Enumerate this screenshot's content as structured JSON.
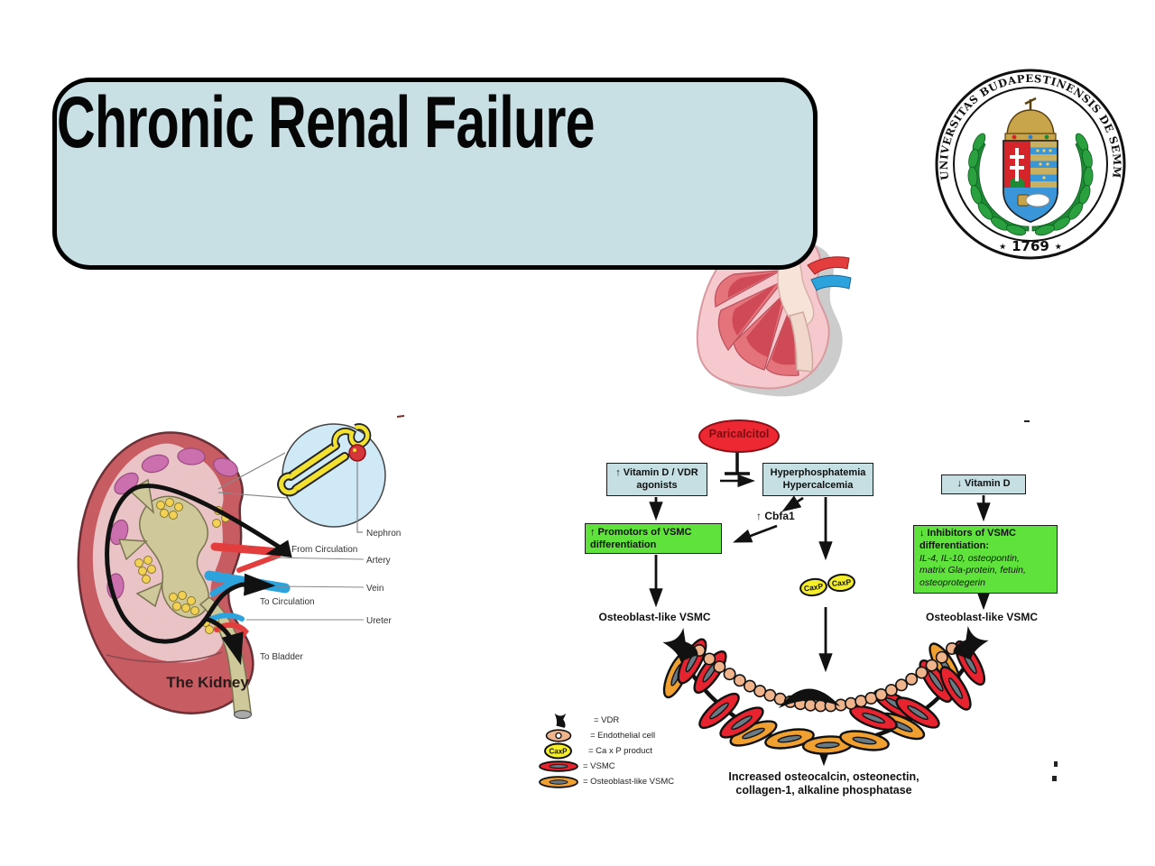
{
  "slide": {
    "title": "Chronic Renal Failure"
  },
  "seal": {
    "ring_text": "UNIVERSITAS BUDAPESTINENSIS DE SEMMELWEIS NOMINATA",
    "year": "⋆ 1769 ⋆"
  },
  "kidney_figure": {
    "caption": "The Kidney",
    "labels": {
      "nephron": "Nephron",
      "from_circulation": "From Circulation",
      "artery": "Artery",
      "vein": "Vein",
      "to_circulation": "To Circulation",
      "ureter": "Ureter",
      "to_bladder": "To Bladder"
    }
  },
  "flowchart": {
    "paricalcitol": "Paricalcitol",
    "vitamin_d_box": {
      "line1": "↑ Vitamin D / VDR",
      "line2": "agonists"
    },
    "hyper_box": {
      "line1": "Hyperphosphatemia",
      "line2": "Hypercalcemia"
    },
    "vitamin_d_low_box": "↓ Vitamin D",
    "cbfa1": "↑ Cbfa1",
    "promotors_box": {
      "line1": "↑ Promotors of VSMC",
      "line2": "differentiation"
    },
    "inhibitors_box": {
      "line1": "↓ Inhibitors of VSMC",
      "line2": "differentiation:",
      "item1": "IL-4, IL-10, osteopontin,",
      "item2": "matrix Gla-protein, fetuin,",
      "item3": "osteoprotegerin"
    },
    "caxp": "CaxP",
    "osteoblast_left": "Osteoblast-like VSMC",
    "osteoblast_right": "Osteoblast-like VSMC",
    "outcome": {
      "line1": "Increased osteocalcin, osteonectin,",
      "line2": "collagen-1, alkaline phosphatase"
    },
    "legend": [
      {
        "icon": "vdr-icon",
        "label": "= VDR"
      },
      {
        "icon": "endothelial-cell-icon",
        "label": "= Endothelial cell"
      },
      {
        "icon": "caxp-icon",
        "label": "= Ca x P product"
      },
      {
        "icon": "vsmc-icon",
        "label": "= VSMC"
      },
      {
        "icon": "osteoblast-like-vsmc-icon",
        "label": "= Osteoblast-like VSMC"
      }
    ]
  },
  "colors": {
    "title_box_bg": "#c8e0e4",
    "flow_box_blue": "#c5dfe3",
    "flow_box_green": "#5fe23c",
    "paricalcitol_red": "#ee2832",
    "caxp_yellow": "#f5ee2a",
    "vsmc_red": "#e82330",
    "osteoblast_orange": "#f0a030",
    "endothelial_tan": "#f0b48c",
    "wreath_green": "#2aa03f",
    "kidney_dark": "#c85c63",
    "kidney_light": "#e9c3c6",
    "pelvis_olive": "#cfc89b",
    "artery_red": "#e33d3d",
    "vein_blue": "#2da3dd"
  }
}
